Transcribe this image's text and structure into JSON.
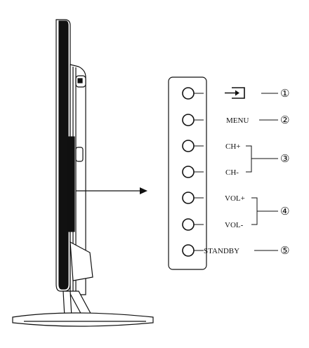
{
  "diagram": {
    "buttons": [
      {
        "id": "input-source",
        "label": "",
        "icon": "input-source-icon",
        "callout": "①"
      },
      {
        "id": "menu",
        "label": "MENU",
        "callout": "②"
      },
      {
        "id": "ch-plus",
        "label": "CH+",
        "callout": "③"
      },
      {
        "id": "ch-minus",
        "label": "CH-",
        "callout": "③"
      },
      {
        "id": "vol-plus",
        "label": "VOL+",
        "callout": "④"
      },
      {
        "id": "vol-minus",
        "label": "VOL-",
        "callout": "④"
      },
      {
        "id": "standby",
        "label": "STANDBY",
        "callout": "⑤"
      }
    ],
    "callouts": {
      "one": "①",
      "two": "②",
      "three": "③",
      "four": "④",
      "five": "⑤"
    },
    "colors": {
      "stroke": "#111111",
      "background": "#ffffff"
    }
  }
}
